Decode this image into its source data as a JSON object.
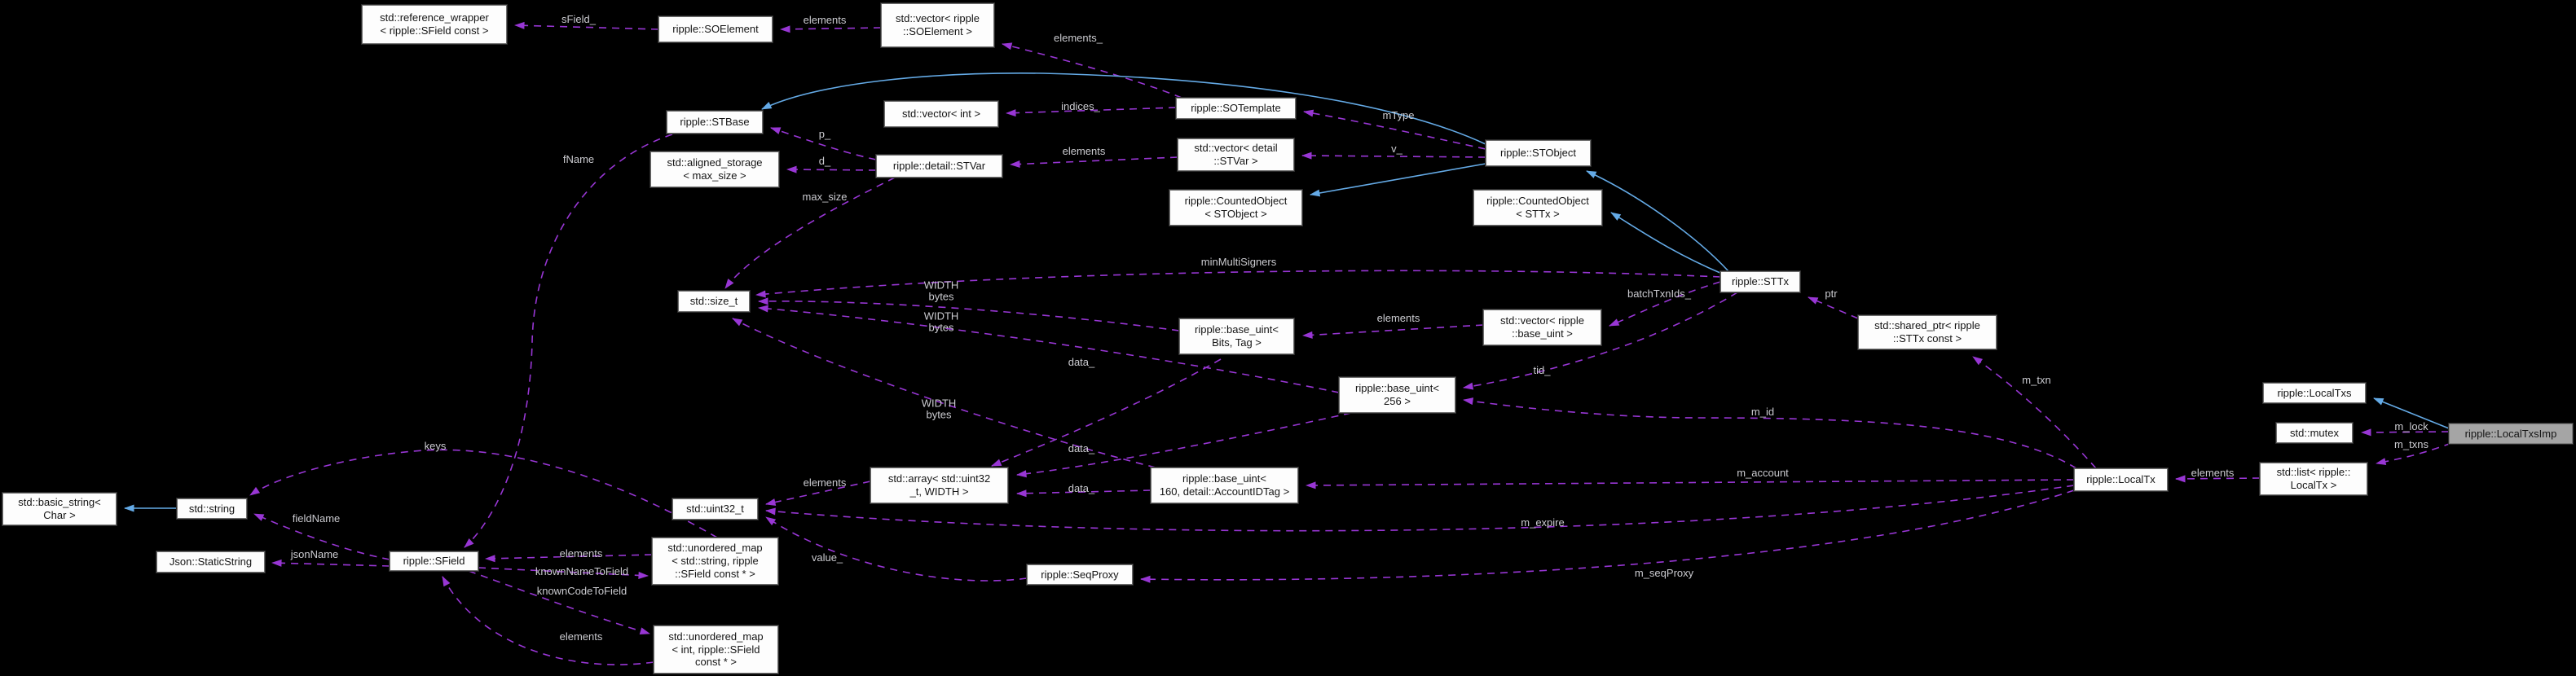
{
  "diagram": {
    "kind": "doxygen-collaboration-graph",
    "colors": {
      "background": "#000000",
      "box_fill": "#fdfdfd",
      "box_border": "#6f6f6f",
      "box_text": "#141414",
      "highlight_fill": "#a5a5a5",
      "usage_edge": "#9836d4",
      "inheritance_edge": "#64aae6",
      "edge_label_text": "#cbcbd0"
    },
    "nodes": [
      {
        "id": "reference-wrapper",
        "label": "std::reference_wrapper\n< ripple::SField const >"
      },
      {
        "id": "soelement",
        "label": "ripple::SOElement"
      },
      {
        "id": "vector-soelement",
        "label": "std::vector< ripple\n::SOElement >"
      },
      {
        "id": "stbase",
        "label": "ripple::STBase"
      },
      {
        "id": "vector-int",
        "label": "std::vector< int >"
      },
      {
        "id": "sotemplate",
        "label": "ripple::SOTemplate"
      },
      {
        "id": "aligned-storage",
        "label": "std::aligned_storage\n< max_size >"
      },
      {
        "id": "stvar",
        "label": "ripple::detail::STVar"
      },
      {
        "id": "vector-stvar",
        "label": "std::vector< detail\n::STVar >"
      },
      {
        "id": "stobject",
        "label": "ripple::STObject"
      },
      {
        "id": "countedobject-stobject",
        "label": "ripple::CountedObject\n< STObject >"
      },
      {
        "id": "countedobject-sttx",
        "label": "ripple::CountedObject\n< STTx >"
      },
      {
        "id": "sttx",
        "label": "ripple::STTx"
      },
      {
        "id": "size-t",
        "label": "std::size_t"
      },
      {
        "id": "base-uint-bits-tag",
        "label": "ripple::base_uint<\nBits, Tag >"
      },
      {
        "id": "vector-base-uint",
        "label": "std::vector< ripple\n::base_uint >"
      },
      {
        "id": "shared-ptr-sttx",
        "label": "std::shared_ptr< ripple\n::STTx const >"
      },
      {
        "id": "base-uint-256",
        "label": "ripple::base_uint<\n256 >"
      },
      {
        "id": "localtxs",
        "label": "ripple::LocalTxs"
      },
      {
        "id": "mutex",
        "label": "std::mutex"
      },
      {
        "id": "localtxsimp",
        "label": "ripple::LocalTxsImp",
        "highlighted": true
      },
      {
        "id": "basic-string",
        "label": "std::basic_string<\nChar >"
      },
      {
        "id": "string",
        "label": "std::string"
      },
      {
        "id": "uint32-t",
        "label": "std::uint32_t"
      },
      {
        "id": "array-uint32",
        "label": "std::array< std::uint32\n_t, WIDTH >"
      },
      {
        "id": "base-uint-160",
        "label": "ripple::base_uint<\n160, detail::AccountIDTag >"
      },
      {
        "id": "localtx",
        "label": "ripple::LocalTx"
      },
      {
        "id": "list-localtx",
        "label": "std::list< ripple::\nLocalTx >"
      },
      {
        "id": "staticstring",
        "label": "Json::StaticString"
      },
      {
        "id": "sfield",
        "label": "ripple::SField"
      },
      {
        "id": "unordered-map-string",
        "label": "std::unordered_map\n< std::string, ripple\n::SField const * >"
      },
      {
        "id": "seqproxy",
        "label": "ripple::SeqProxy"
      },
      {
        "id": "unordered-map-int",
        "label": "std::unordered_map\n< int, ripple::SField\nconst * >"
      }
    ],
    "edge_labels": [
      {
        "text": "sField_"
      },
      {
        "text": "elements"
      },
      {
        "text": "elements_"
      },
      {
        "text": "indices_"
      },
      {
        "text": "mType"
      },
      {
        "text": "v_"
      },
      {
        "text": "elements"
      },
      {
        "text": "p_"
      },
      {
        "text": "d_"
      },
      {
        "text": "max_size"
      },
      {
        "text": "fName"
      },
      {
        "text": "keys"
      },
      {
        "text": "fieldName"
      },
      {
        "text": "jsonName"
      },
      {
        "text": "elements"
      },
      {
        "text": "knownNameToField"
      },
      {
        "text": "knownCodeToField"
      },
      {
        "text": "elements"
      },
      {
        "text": "elements"
      },
      {
        "text": "value_"
      },
      {
        "text": "m_expire"
      },
      {
        "text": "m_seqProxy"
      },
      {
        "text": "m_account"
      },
      {
        "text": "m_id"
      },
      {
        "text": "m_txn"
      },
      {
        "text": "ptr"
      },
      {
        "text": "tid_"
      },
      {
        "text": "batchTxnIds_"
      },
      {
        "text": "minMultiSigners"
      },
      {
        "text": "WIDTH\nbytes"
      },
      {
        "text": "WIDTH\nbytes"
      },
      {
        "text": "WIDTH\nbytes"
      },
      {
        "text": "elements"
      },
      {
        "text": "data_"
      },
      {
        "text": "data_"
      },
      {
        "text": "data_"
      },
      {
        "text": "elements"
      },
      {
        "text": "m_lock"
      },
      {
        "text": "m_txns"
      }
    ],
    "edges": [
      {
        "from": "soelement",
        "to": "reference-wrapper",
        "label": "sField_",
        "type": "usage"
      },
      {
        "from": "vector-soelement",
        "to": "soelement",
        "label": "elements",
        "type": "usage"
      },
      {
        "from": "sotemplate",
        "to": "vector-soelement",
        "label": "elements_",
        "type": "usage"
      },
      {
        "from": "sotemplate",
        "to": "vector-int",
        "label": "indices_",
        "type": "usage"
      },
      {
        "from": "stobject",
        "to": "sotemplate",
        "label": "mType",
        "type": "usage"
      },
      {
        "from": "stobject",
        "to": "vector-stvar",
        "label": "v_",
        "type": "usage"
      },
      {
        "from": "vector-stvar",
        "to": "stvar",
        "label": "elements",
        "type": "usage"
      },
      {
        "from": "stvar",
        "to": "stbase",
        "label": "p_",
        "type": "usage"
      },
      {
        "from": "stvar",
        "to": "aligned-storage",
        "label": "d_",
        "type": "usage"
      },
      {
        "from": "stvar",
        "to": "size-t",
        "label": "max_size",
        "type": "usage"
      },
      {
        "from": "stbase",
        "to": "sfield",
        "label": "fName",
        "type": "usage"
      },
      {
        "from": "unordered-map-string",
        "to": "string",
        "label": "keys",
        "type": "usage"
      },
      {
        "from": "sfield",
        "to": "string",
        "label": "fieldName",
        "type": "usage"
      },
      {
        "from": "sfield",
        "to": "staticstring",
        "label": "jsonName",
        "type": "usage"
      },
      {
        "from": "unordered-map-string",
        "to": "sfield",
        "label": "elements",
        "type": "usage"
      },
      {
        "from": "sfield",
        "to": "unordered-map-string",
        "label": "knownNameToField",
        "type": "usage"
      },
      {
        "from": "sfield",
        "to": "unordered-map-int",
        "label": "knownCodeToField",
        "type": "usage"
      },
      {
        "from": "unordered-map-int",
        "to": "sfield",
        "label": "elements",
        "type": "usage"
      },
      {
        "from": "array-uint32",
        "to": "uint32-t",
        "label": "elements",
        "type": "usage"
      },
      {
        "from": "seqproxy",
        "to": "uint32-t",
        "label": "value_",
        "type": "usage"
      },
      {
        "from": "localtx",
        "to": "uint32-t",
        "label": "m_expire",
        "type": "usage"
      },
      {
        "from": "localtx",
        "to": "seqproxy",
        "label": "m_seqProxy",
        "type": "usage"
      },
      {
        "from": "localtx",
        "to": "base-uint-160",
        "label": "m_account",
        "type": "usage"
      },
      {
        "from": "localtx",
        "to": "base-uint-256",
        "label": "m_id",
        "type": "usage"
      },
      {
        "from": "localtx",
        "to": "shared-ptr-sttx",
        "label": "m_txn",
        "type": "usage"
      },
      {
        "from": "shared-ptr-sttx",
        "to": "sttx",
        "label": "ptr",
        "type": "usage"
      },
      {
        "from": "sttx",
        "to": "base-uint-256",
        "label": "tid_",
        "type": "usage"
      },
      {
        "from": "sttx",
        "to": "vector-base-uint",
        "label": "batchTxnIds_",
        "type": "usage"
      },
      {
        "from": "sttx",
        "to": "size-t",
        "label": "minMultiSigners",
        "type": "usage"
      },
      {
        "from": "base-uint-bits-tag",
        "to": "size-t",
        "label": "WIDTH bytes",
        "type": "usage"
      },
      {
        "from": "base-uint-256",
        "to": "size-t",
        "label": "WIDTH bytes",
        "type": "usage"
      },
      {
        "from": "base-uint-160",
        "to": "size-t",
        "label": "WIDTH bytes",
        "type": "usage"
      },
      {
        "from": "vector-base-uint",
        "to": "base-uint-bits-tag",
        "label": "elements",
        "type": "usage"
      },
      {
        "from": "base-uint-bits-tag",
        "to": "array-uint32",
        "label": "data_",
        "type": "usage"
      },
      {
        "from": "base-uint-256",
        "to": "array-uint32",
        "label": "data_",
        "type": "usage"
      },
      {
        "from": "base-uint-160",
        "to": "array-uint32",
        "label": "data_",
        "type": "usage"
      },
      {
        "from": "list-localtx",
        "to": "localtx",
        "label": "elements",
        "type": "usage"
      },
      {
        "from": "localtxsimp",
        "to": "mutex",
        "label": "m_lock",
        "type": "usage"
      },
      {
        "from": "localtxsimp",
        "to": "list-localtx",
        "label": "m_txns",
        "type": "usage"
      },
      {
        "from": "string",
        "to": "basic-string",
        "label": "",
        "type": "inheritance"
      },
      {
        "from": "stobject",
        "to": "stbase",
        "label": "",
        "type": "inheritance"
      },
      {
        "from": "stobject",
        "to": "countedobject-stobject",
        "label": "",
        "type": "inheritance"
      },
      {
        "from": "sttx",
        "to": "stobject",
        "label": "",
        "type": "inheritance"
      },
      {
        "from": "sttx",
        "to": "countedobject-sttx",
        "label": "",
        "type": "inheritance"
      },
      {
        "from": "localtxsimp",
        "to": "localtxs",
        "label": "",
        "type": "inheritance"
      }
    ]
  }
}
